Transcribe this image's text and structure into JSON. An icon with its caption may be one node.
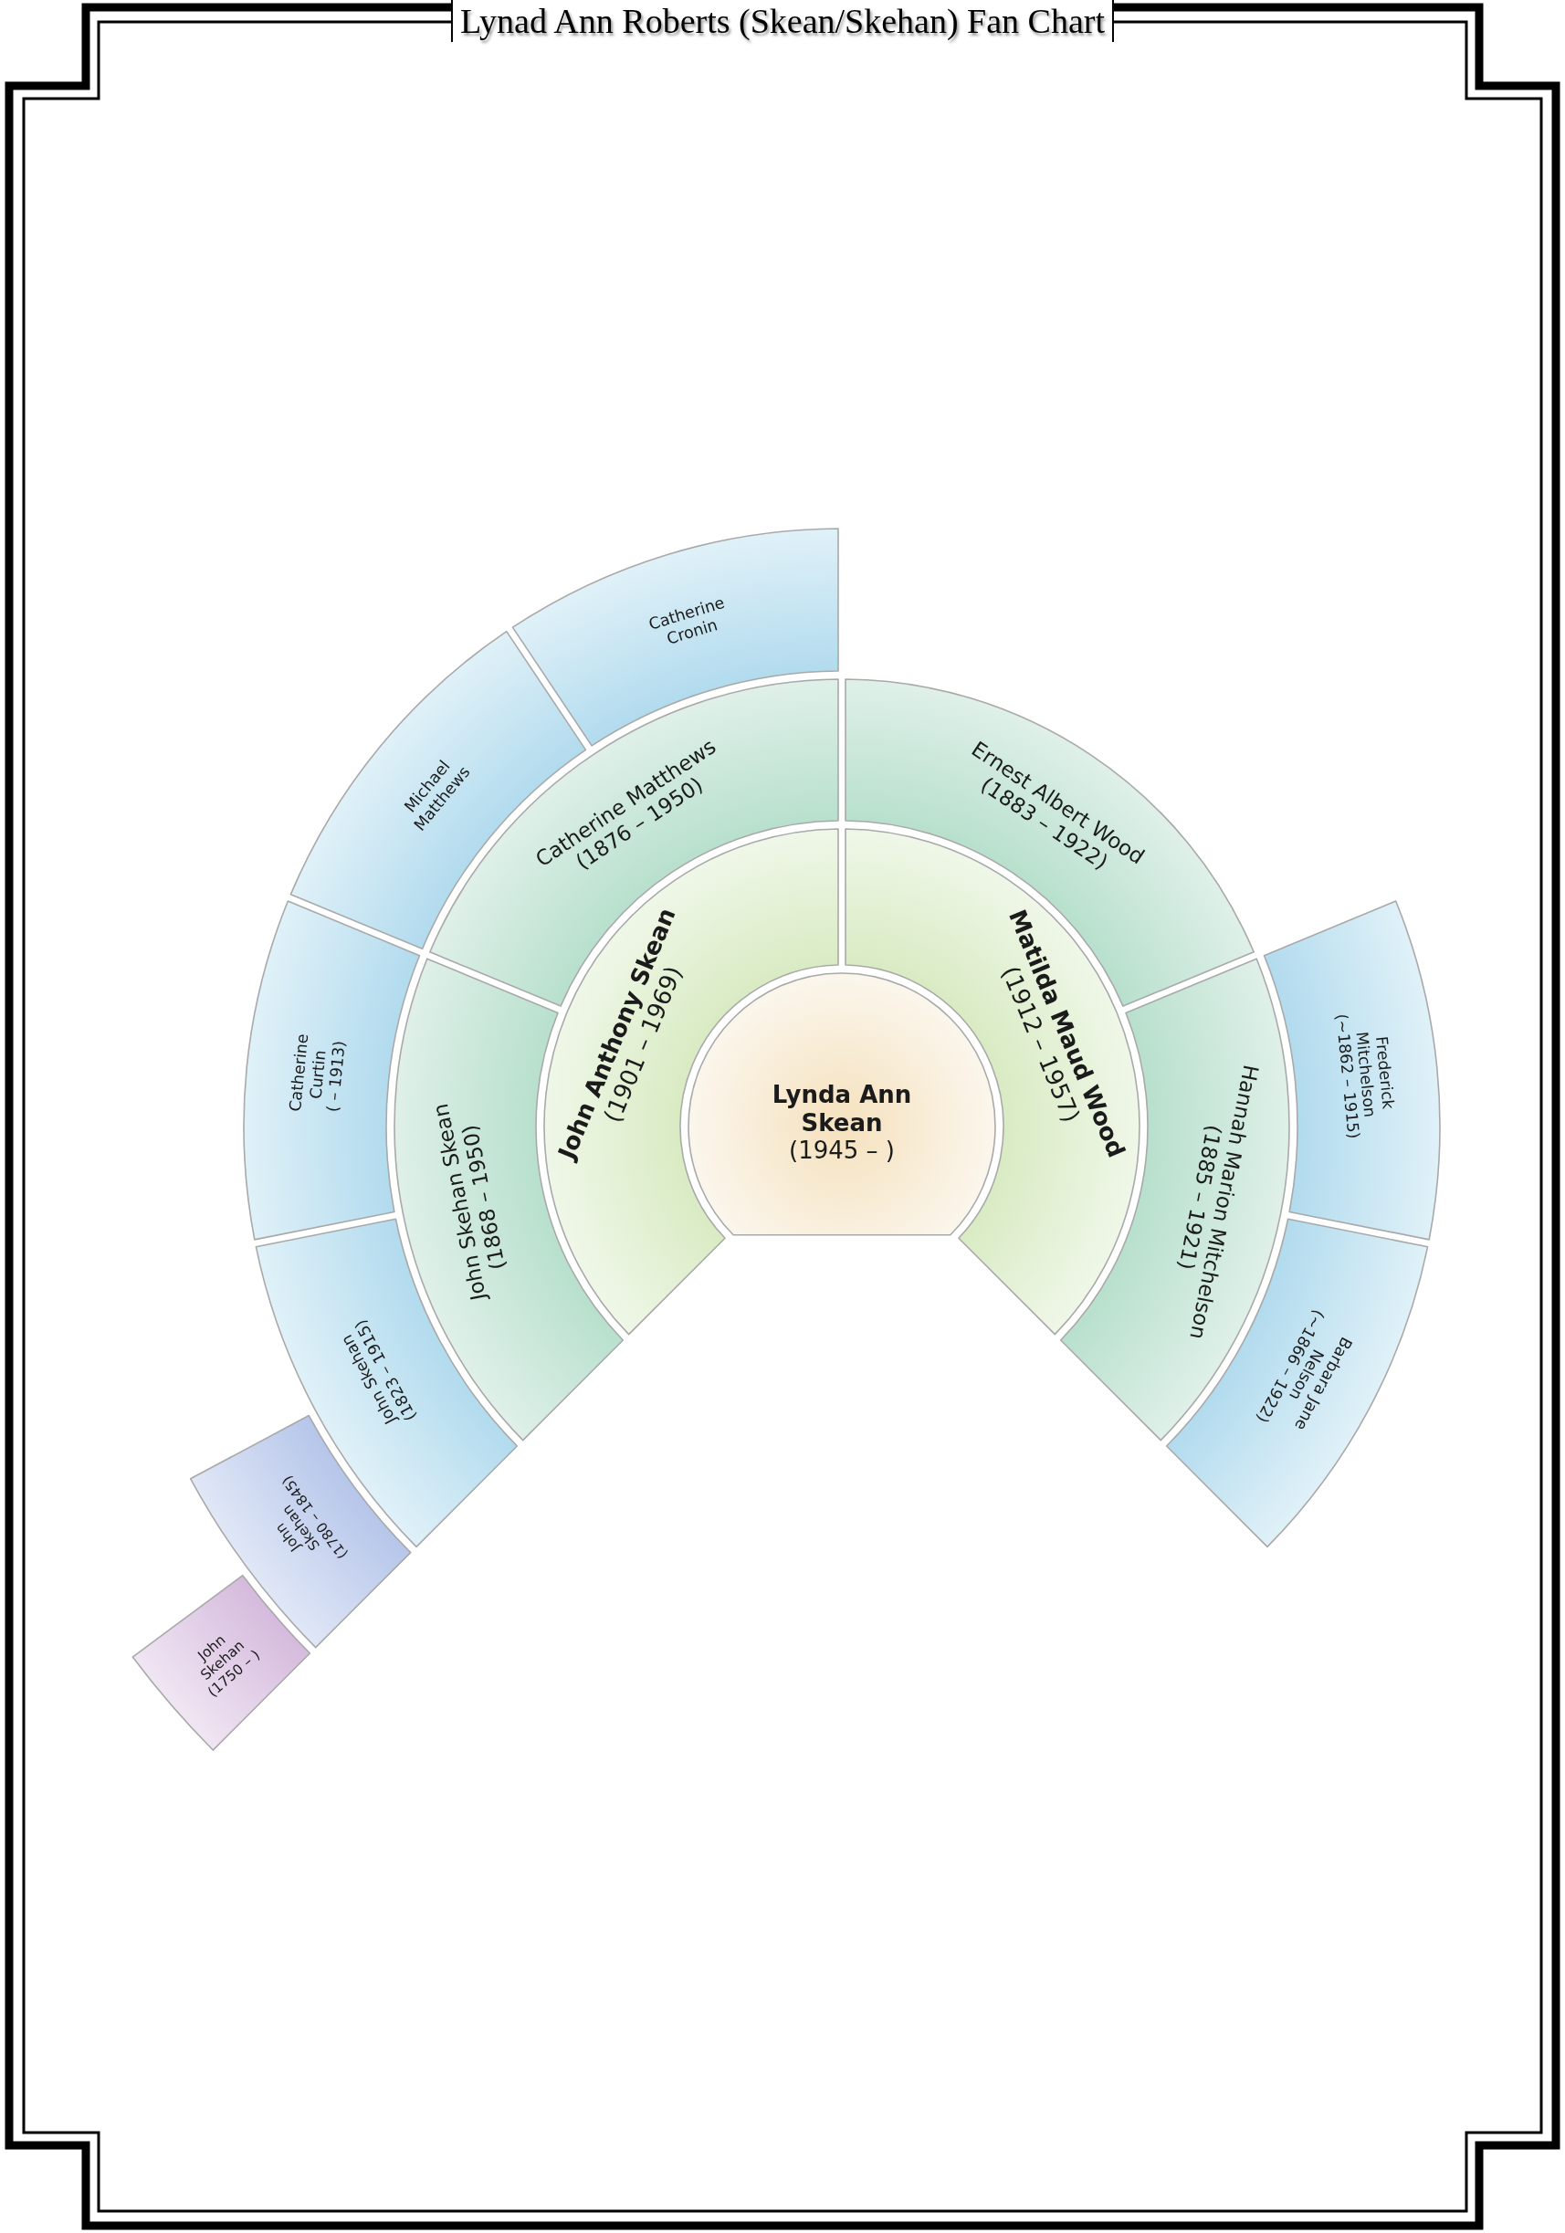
{
  "diagram": {
    "title": "Lynad Ann Roberts (Skean/Skehan) Fan Chart",
    "nodes": [
      {
        "text": [
          "Lynda Ann Skean",
          "(1945 – )"
        ]
      },
      {
        "text": [
          "John Anthony Skean",
          "(1901 – 1969)"
        ]
      },
      {
        "text": [
          "Matilda Maud Wood",
          "(1912 – 1957)"
        ]
      },
      {
        "text": [
          "John Skehan Skean",
          "(1868 – 1950)"
        ]
      },
      {
        "text": [
          "Catherine Matthews",
          "(1876 – 1950)"
        ]
      },
      {
        "text": [
          "Ernest Albert Wood",
          "(1883 – 1922)"
        ]
      },
      {
        "text": [
          "Hannah Marion Mitchelson",
          "(1885 – 1921)"
        ]
      },
      {
        "text": [
          "John Skehan",
          "(1823 – 1915)"
        ]
      },
      {
        "text": [
          "Catherine Curtin",
          "( – 1913)"
        ]
      },
      {
        "text": [
          "Michael Matthews"
        ]
      },
      {
        "text": [
          "Catherine Cronin"
        ]
      },
      {
        "text": [
          "Frederick Mitchelson",
          "(~1862 – 1915)"
        ]
      },
      {
        "text": [
          "Barbara Jane Nelson",
          "(~1866 – 1922)"
        ]
      },
      {
        "text": [
          "John Skehan",
          "(1780 – 1845)"
        ]
      },
      {
        "text": [
          "John Skehan",
          "(1750 – )"
        ]
      }
    ]
  }
}
